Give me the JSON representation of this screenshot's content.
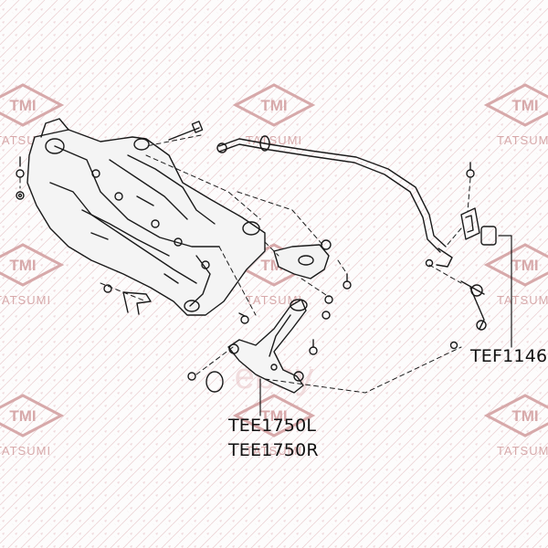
{
  "watermark": {
    "logo_text": "TMI",
    "brand_text": "TATSUMI",
    "color": "#d7a9aa",
    "pattern_color": "#e9c4c7",
    "center_logo_text": "ebay"
  },
  "callouts": {
    "stabilizer_link": "TEF1146",
    "control_arm_left": "TEE1750L",
    "control_arm_right": "TEE1750R"
  },
  "line_color": "#1a1a1a"
}
